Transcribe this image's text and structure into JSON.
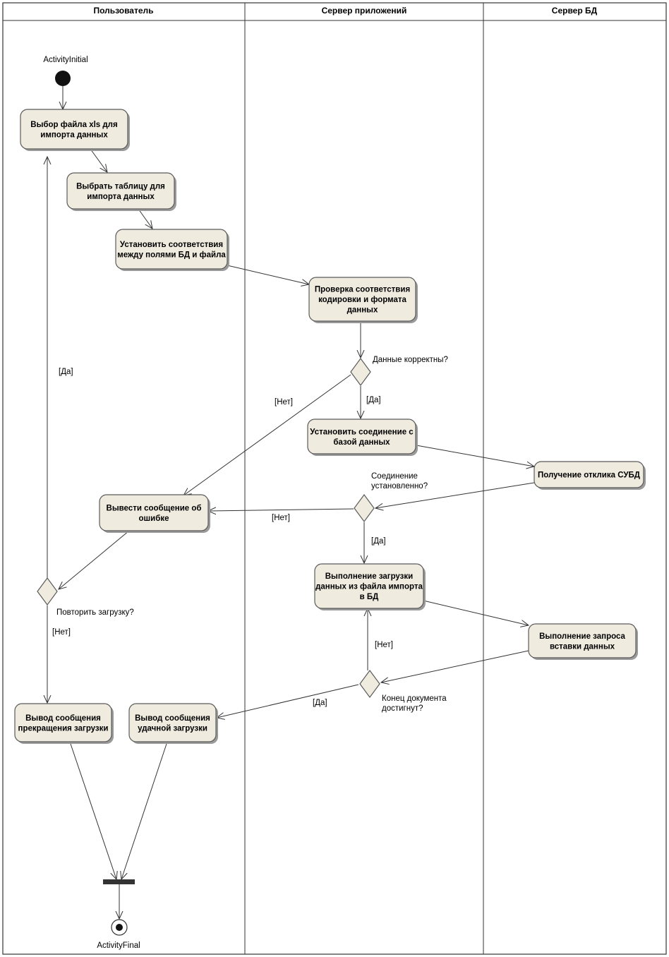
{
  "lanes": [
    {
      "id": "user",
      "title": "Пользователь"
    },
    {
      "id": "app",
      "title": "Сервер приложений"
    },
    {
      "id": "db",
      "title": "Сервер БД"
    }
  ],
  "initial_label": "ActivityInitial",
  "final_label": "ActivityFinal",
  "actions": [
    {
      "id": "a1",
      "lines": [
        "Выбор файла xls для",
        "импорта данных"
      ]
    },
    {
      "id": "a2",
      "lines": [
        "Выбрать таблицу для",
        "импорта данных"
      ]
    },
    {
      "id": "a3",
      "lines": [
        "Установить соответствия",
        "между полями БД и файла"
      ]
    },
    {
      "id": "a4",
      "lines": [
        "Проверка соответствия",
        "кодировки и формата",
        "данных"
      ]
    },
    {
      "id": "a5",
      "lines": [
        "Установить соединение с",
        "базой данных"
      ]
    },
    {
      "id": "a6",
      "lines": [
        "Получение отклика СУБД"
      ]
    },
    {
      "id": "a7",
      "lines": [
        "Вывести сообщение об",
        "ошибке"
      ]
    },
    {
      "id": "a8",
      "lines": [
        "Выполнение загрузки",
        "данных из файла импорта",
        "в БД"
      ]
    },
    {
      "id": "a9",
      "lines": [
        "Выполнение запроса",
        "вставки данных"
      ]
    },
    {
      "id": "a10",
      "lines": [
        "Вывод сообщения",
        "прекращения загрузки"
      ]
    },
    {
      "id": "a11",
      "lines": [
        "Вывод сообщения",
        "удачной загрузки"
      ]
    }
  ],
  "decisions": [
    {
      "id": "d1",
      "lines": [
        "Данные корректны?"
      ]
    },
    {
      "id": "d2",
      "lines": [
        "Соединение",
        "установленно?"
      ]
    },
    {
      "id": "d3",
      "lines": [
        "Повторить загрузку?"
      ]
    },
    {
      "id": "d4",
      "lines": [
        "Конец документа",
        "достигнут?"
      ]
    }
  ],
  "guards": [
    {
      "id": "g_d1_yes",
      "text": "[Да]"
    },
    {
      "id": "g_d1_no",
      "text": "[Нет]"
    },
    {
      "id": "g_d2_no",
      "text": "[Нет]"
    },
    {
      "id": "g_d2_yes",
      "text": "[Да]"
    },
    {
      "id": "g_d3_yes",
      "text": "[Да]"
    },
    {
      "id": "g_d3_no",
      "text": "[Нет]"
    },
    {
      "id": "g_d4_no",
      "text": "[Нет]"
    },
    {
      "id": "g_d4_yes",
      "text": "[Да]"
    }
  ]
}
